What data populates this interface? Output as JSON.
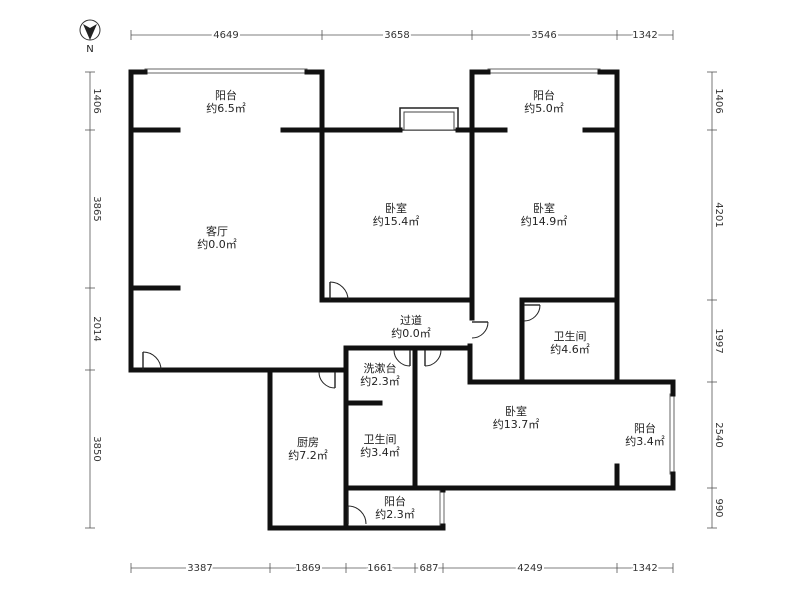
{
  "compass": {
    "label": "N",
    "icon": "north-arrow-icon"
  },
  "rooms": [
    {
      "id": "balcony-1",
      "name": "阳台",
      "area": "约6.5㎡"
    },
    {
      "id": "living-room",
      "name": "客厅",
      "area": "约0.0㎡"
    },
    {
      "id": "bedroom-1",
      "name": "卧室",
      "area": "约15.4㎡"
    },
    {
      "id": "balcony-2",
      "name": "阳台",
      "area": "约5.0㎡"
    },
    {
      "id": "bedroom-2",
      "name": "卧室",
      "area": "约14.9㎡"
    },
    {
      "id": "corridor",
      "name": "过道",
      "area": "约0.0㎡"
    },
    {
      "id": "bathroom-1",
      "name": "卫生间",
      "area": "约4.6㎡"
    },
    {
      "id": "wash-basin",
      "name": "洗漱台",
      "area": "约2.3㎡"
    },
    {
      "id": "bedroom-3",
      "name": "卧室",
      "area": "约13.7㎡"
    },
    {
      "id": "balcony-3",
      "name": "阳台",
      "area": "约3.4㎡"
    },
    {
      "id": "kitchen",
      "name": "厨房",
      "area": "约7.2㎡"
    },
    {
      "id": "bathroom-2",
      "name": "卫生间",
      "area": "约3.4㎡"
    },
    {
      "id": "balcony-4",
      "name": "阳台",
      "area": "约2.3㎡"
    }
  ],
  "dimensions": {
    "top": [
      "4649",
      "3658",
      "3546",
      "1342"
    ],
    "bottom": [
      "3387",
      "1869",
      "1661",
      "687",
      "4249",
      "1342"
    ],
    "left": [
      "1406",
      "3865",
      "2014",
      "3850"
    ],
    "right": [
      "1406",
      "4201",
      "1997",
      "2540",
      "990"
    ]
  }
}
